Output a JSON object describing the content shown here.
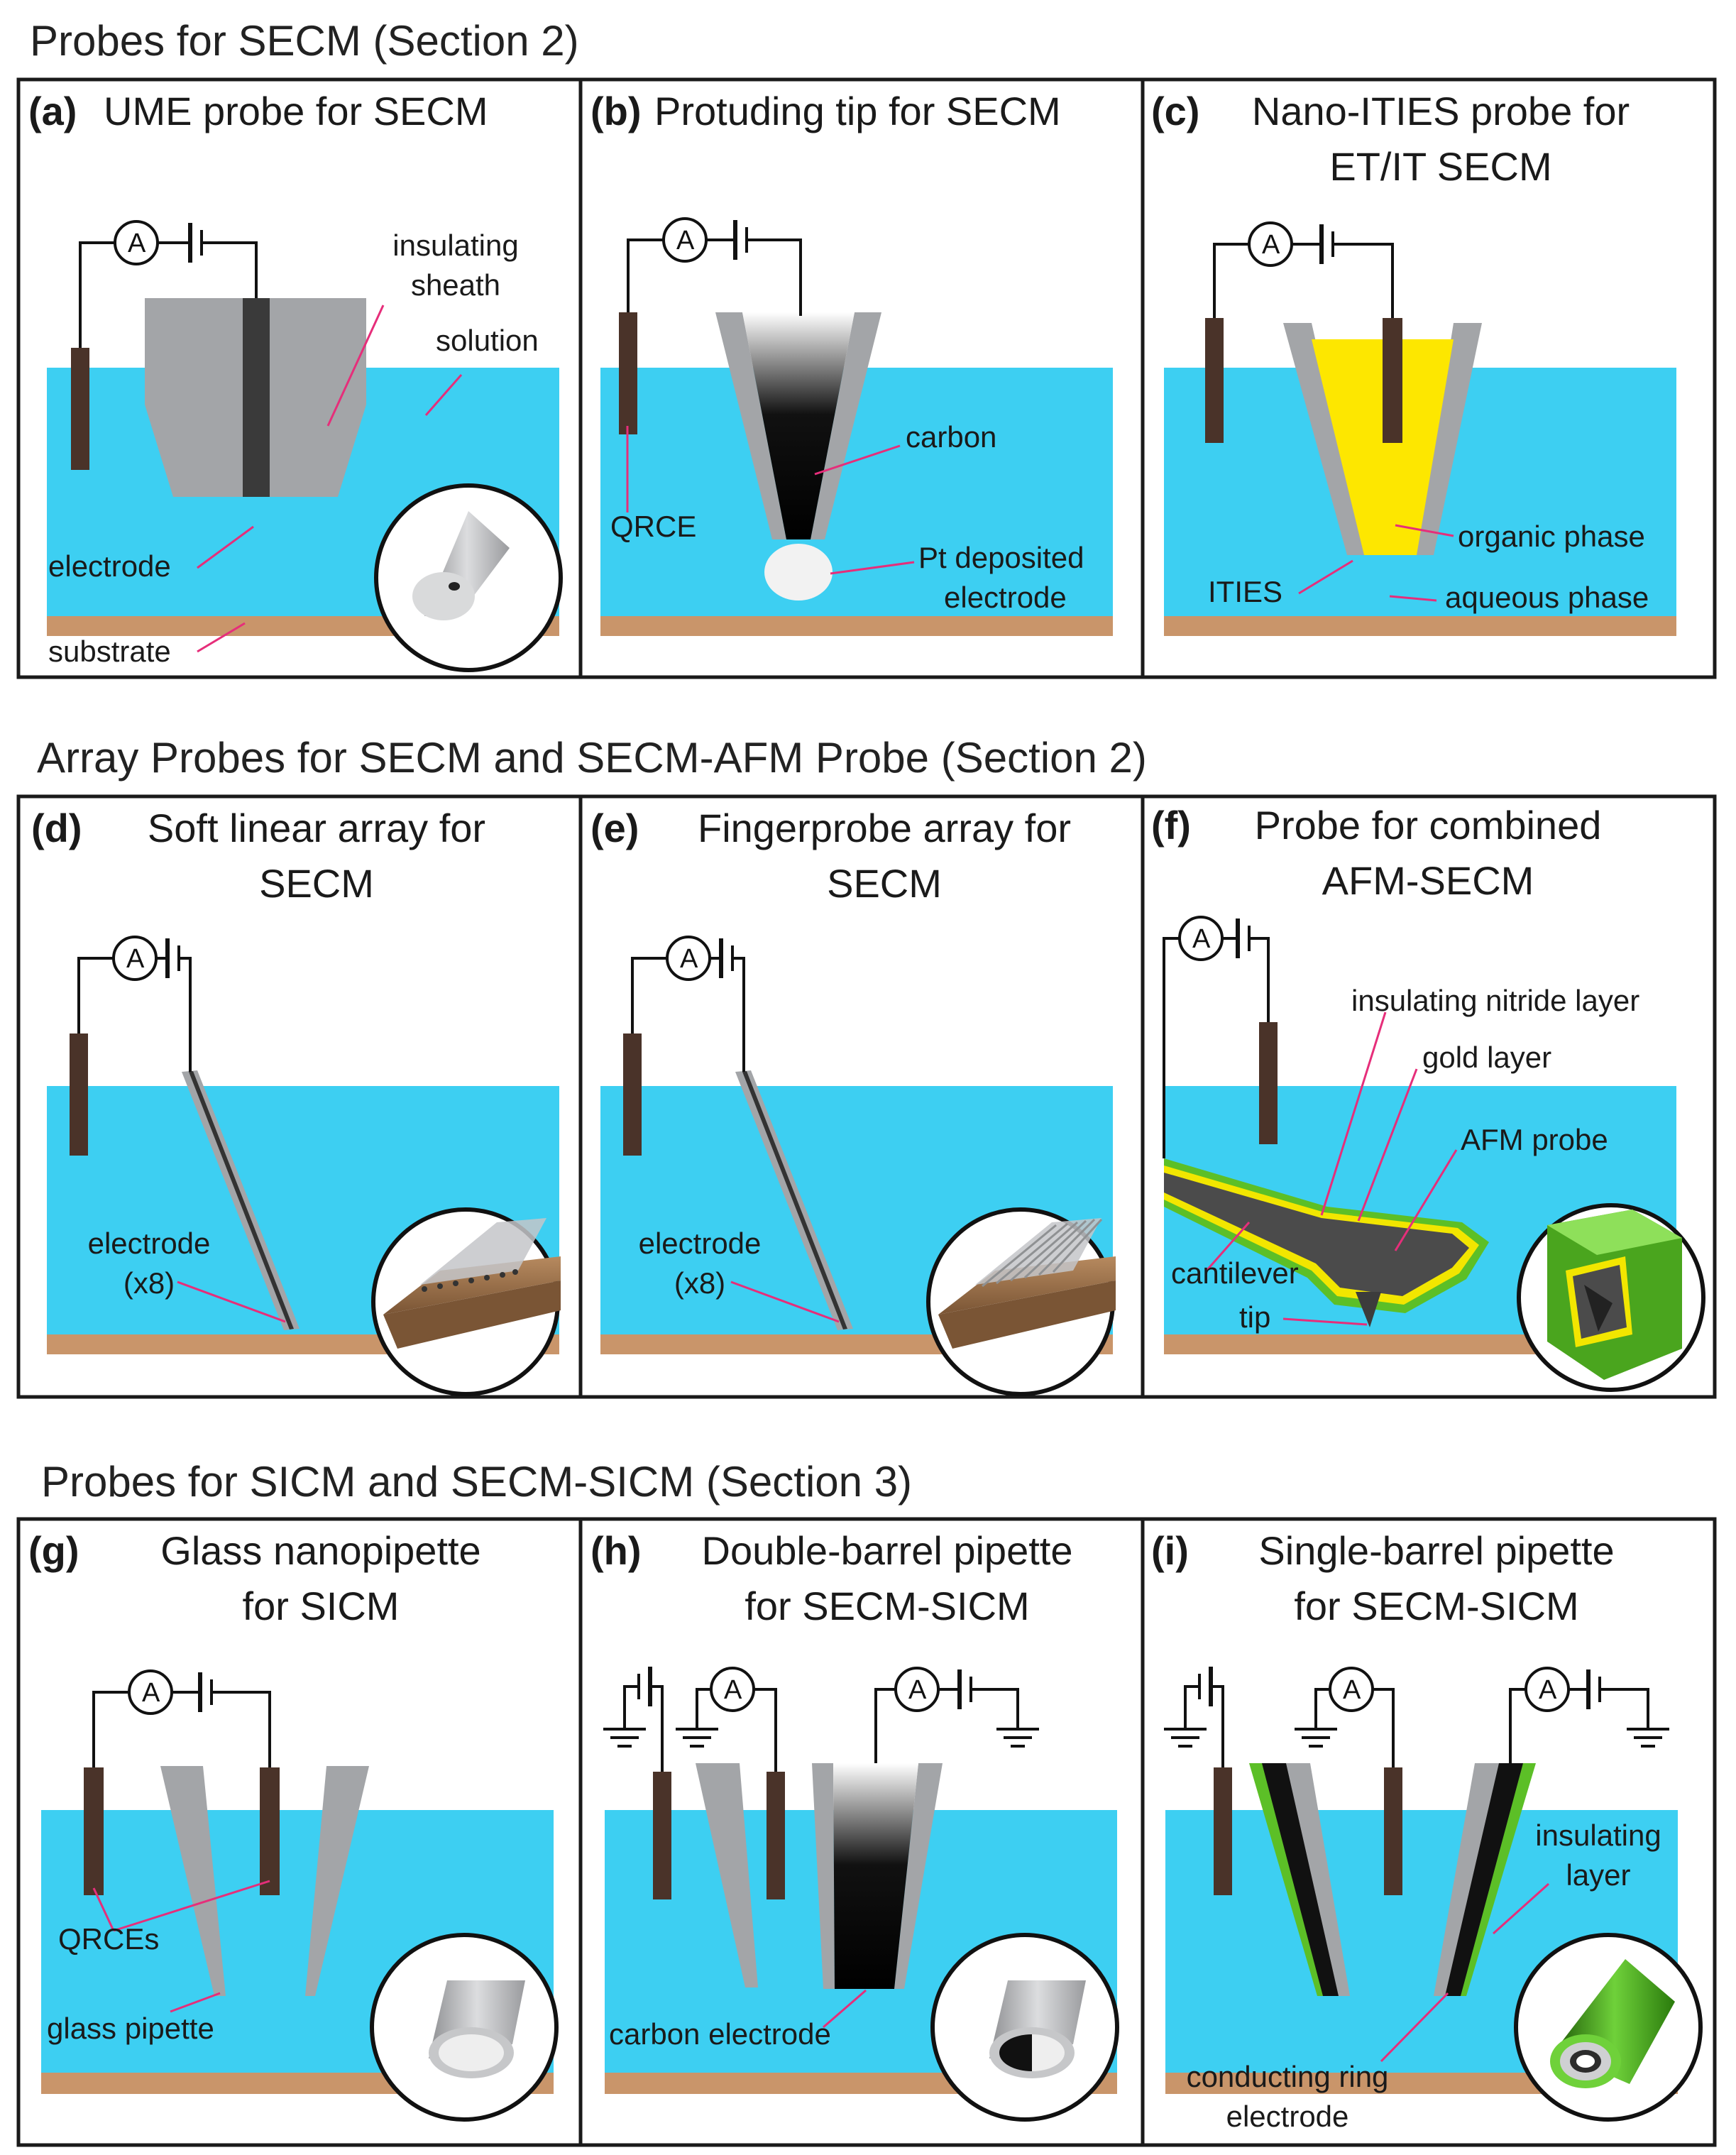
{
  "sections": [
    {
      "title": "Probes for SECM (Section 2)"
    },
    {
      "title": "Array Probes for SECM and SECM-AFM Probe (Section 2)"
    },
    {
      "title": "Probes for SICM and SECM-SICM (Section 3)"
    }
  ],
  "panels": {
    "a": {
      "letter": "(a)",
      "title": [
        "UME probe for SECM"
      ],
      "labels": [
        "insulating",
        "sheath",
        "solution",
        "electrode",
        "substrate"
      ]
    },
    "b": {
      "letter": "(b)",
      "title": [
        "Protuding tip for SECM"
      ],
      "labels": [
        "carbon",
        "QRCE",
        "Pt deposited",
        "electrode"
      ]
    },
    "c": {
      "letter": "(c)",
      "title": [
        "Nano-ITIES probe for",
        "ET/IT SECM"
      ],
      "labels": [
        "organic phase",
        "ITIES",
        "aqueous phase"
      ]
    },
    "d": {
      "letter": "(d)",
      "title": [
        "Soft linear array for",
        "SECM"
      ],
      "labels": [
        "electrode",
        "(x8)"
      ]
    },
    "e": {
      "letter": "(e)",
      "title": [
        "Fingerprobe array for",
        "SECM"
      ],
      "labels": [
        "electrode",
        "(x8)"
      ]
    },
    "f": {
      "letter": "(f)",
      "title": [
        "Probe for combined",
        "AFM-SECM"
      ],
      "labels": [
        "insulating nitride layer",
        "gold layer",
        "AFM probe",
        "cantilever",
        "tip"
      ]
    },
    "g": {
      "letter": "(g)",
      "title": [
        "Glass nanopipette",
        "for SICM"
      ],
      "labels": [
        "QRCEs",
        "glass pipette"
      ]
    },
    "h": {
      "letter": "(h)",
      "title": [
        "Double-barrel pipette",
        "for SECM-SICM"
      ],
      "labels": [
        "carbon electrode"
      ]
    },
    "i": {
      "letter": "(i)",
      "title": [
        "Single-barrel pipette",
        "for SECM-SICM"
      ],
      "labels": [
        "insulating",
        "layer",
        "conducting ring",
        "electrode"
      ]
    }
  },
  "ammeter_symbol": "A",
  "colors": {
    "solution": "#3dcff2",
    "substrate": "#c9956a",
    "glass": "#a3a5a8",
    "electrode_wire": "#3a3a3a",
    "qrce": "#4a3329",
    "organic": "#fde700",
    "green_layer": "#5cbf27",
    "gold_layer": "#f2e600",
    "leader": "#e62e7a",
    "frame": "#1a1a1a"
  },
  "icons": [
    "ammeter-icon",
    "battery-icon",
    "ground-icon",
    "magnified-tip-inset"
  ]
}
